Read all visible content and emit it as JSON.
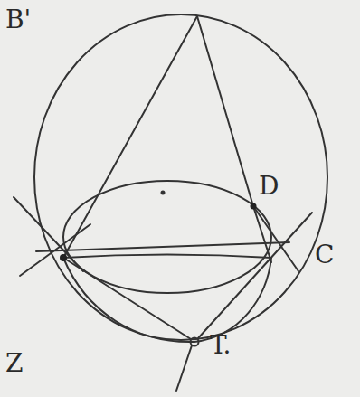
{
  "diagram": {
    "labels": [
      "B'",
      "D",
      "C",
      "T.",
      "Z"
    ]
  }
}
